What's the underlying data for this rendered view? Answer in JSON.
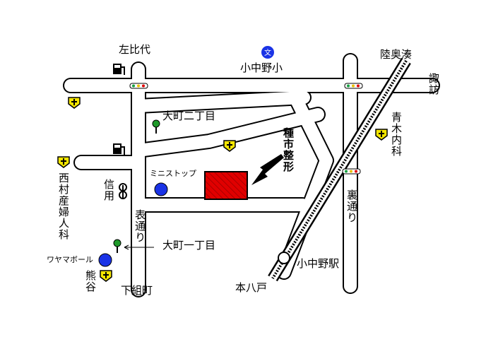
{
  "colors": {
    "road_fill": "#ffffff",
    "road_edge": "#000000",
    "clinic": "#f5e600",
    "target": "#e00000",
    "store": "#1a33e6",
    "tree": "#1f9a2a",
    "school": "#1a33e6",
    "signal_red": "#e00000",
    "signal_green": "#15a040"
  },
  "labels": {
    "sabidai": "左比代",
    "konakano_sho": "小中野小",
    "mutsu_minato": "陸奥湊",
    "suwa": "諏訪",
    "omachi_2": "大町二丁目",
    "aoki_naika": "青木内科",
    "tane_ichi": "種市整形",
    "nishimura": "西村産婦人科",
    "shinyo": "信用",
    "ministop": "ミニストップ",
    "omote_dori": "表通り",
    "ura_dori": "裏通り",
    "omachi_1": "大町一丁目",
    "wayama": "ワヤマボール",
    "kumagai": "熊谷",
    "konakano_eki": "小中野駅",
    "hon_hachinohe": "本八戸",
    "shimogumi": "下組町"
  },
  "icons": {
    "school": "school-mark-icon",
    "gas": "gas-station-icon",
    "clinic": "clinic-cross-icon",
    "signal": "traffic-signal-icon",
    "tree": "tree-icon",
    "bank": "bank-icon",
    "store": "convenience-store-icon",
    "bowling": "bowling-icon",
    "station": "station-icon",
    "target": "destination-marker-icon",
    "arrow": "pointer-arrow-icon"
  }
}
